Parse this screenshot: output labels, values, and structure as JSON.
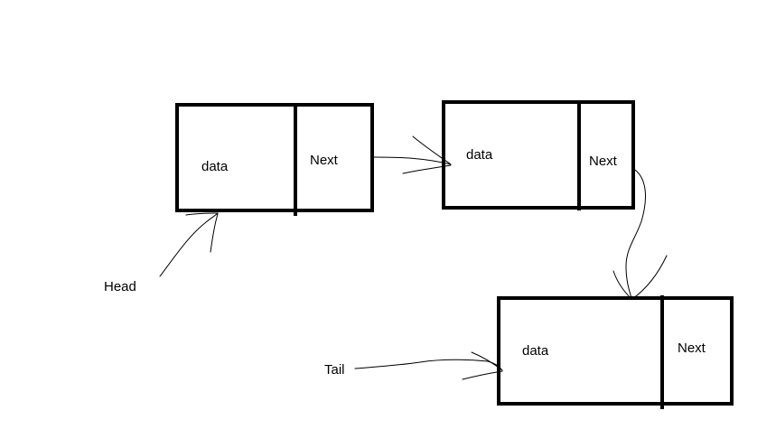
{
  "nodes": [
    {
      "data_label": "data",
      "next_label": "Next"
    },
    {
      "data_label": "data",
      "next_label": "Next"
    },
    {
      "data_label": "data",
      "next_label": "Next"
    }
  ],
  "pointers": {
    "head_label": "Head",
    "tail_label": "Tail"
  },
  "colors": {
    "stroke": "#000000",
    "background": "#ffffff"
  }
}
